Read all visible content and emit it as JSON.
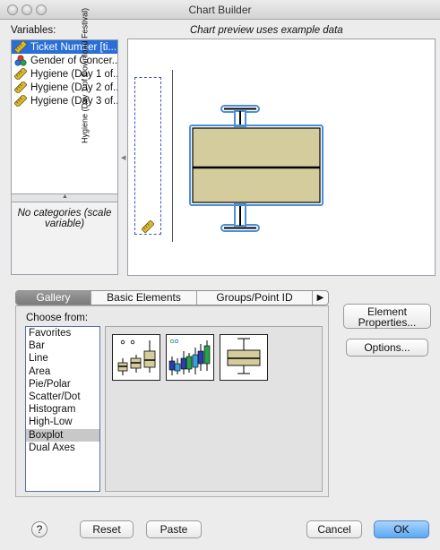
{
  "window": {
    "title": "Chart Builder"
  },
  "variables": {
    "label": "Variables:",
    "items": [
      {
        "label": "Ticket Number [ti...",
        "icon": "scale-ruler-icon",
        "selected": true
      },
      {
        "label": "Gender of Concer...",
        "icon": "nominal-circles-icon",
        "selected": false
      },
      {
        "label": "Hygiene (Day 1 of...",
        "icon": "scale-ruler-icon",
        "selected": false
      },
      {
        "label": "Hygiene (Day 2 of...",
        "icon": "scale-ruler-icon",
        "selected": false
      },
      {
        "label": "Hygiene (Day 3 of...",
        "icon": "scale-ruler-icon",
        "selected": false
      }
    ],
    "no_categories": "No categories (scale variable)"
  },
  "preview": {
    "caption": "Chart preview uses example data",
    "y_axis_label": "Hygiene (Day 1 of Download Festival)",
    "box_fill": "#d4cc9c",
    "highlight": "#4a90d9"
  },
  "tabs": [
    "Gallery",
    "Basic Elements",
    "Groups/Point ID"
  ],
  "tab_more": "▶",
  "gallery": {
    "choose_from_label": "Choose from:",
    "chart_types": [
      "Favorites",
      "Bar",
      "Line",
      "Area",
      "Pie/Polar",
      "Scatter/Dot",
      "Histogram",
      "High-Low",
      "Boxplot",
      "Dual Axes"
    ],
    "selected_type": "Boxplot",
    "thumbnails": [
      "simple-boxplot-icon",
      "clustered-boxplot-icon",
      "1d-boxplot-icon"
    ]
  },
  "side_buttons": {
    "element_properties": "Element Properties...",
    "options": "Options..."
  },
  "footer": {
    "help": "?",
    "reset": "Reset",
    "paste": "Paste",
    "cancel": "Cancel",
    "ok": "OK"
  }
}
